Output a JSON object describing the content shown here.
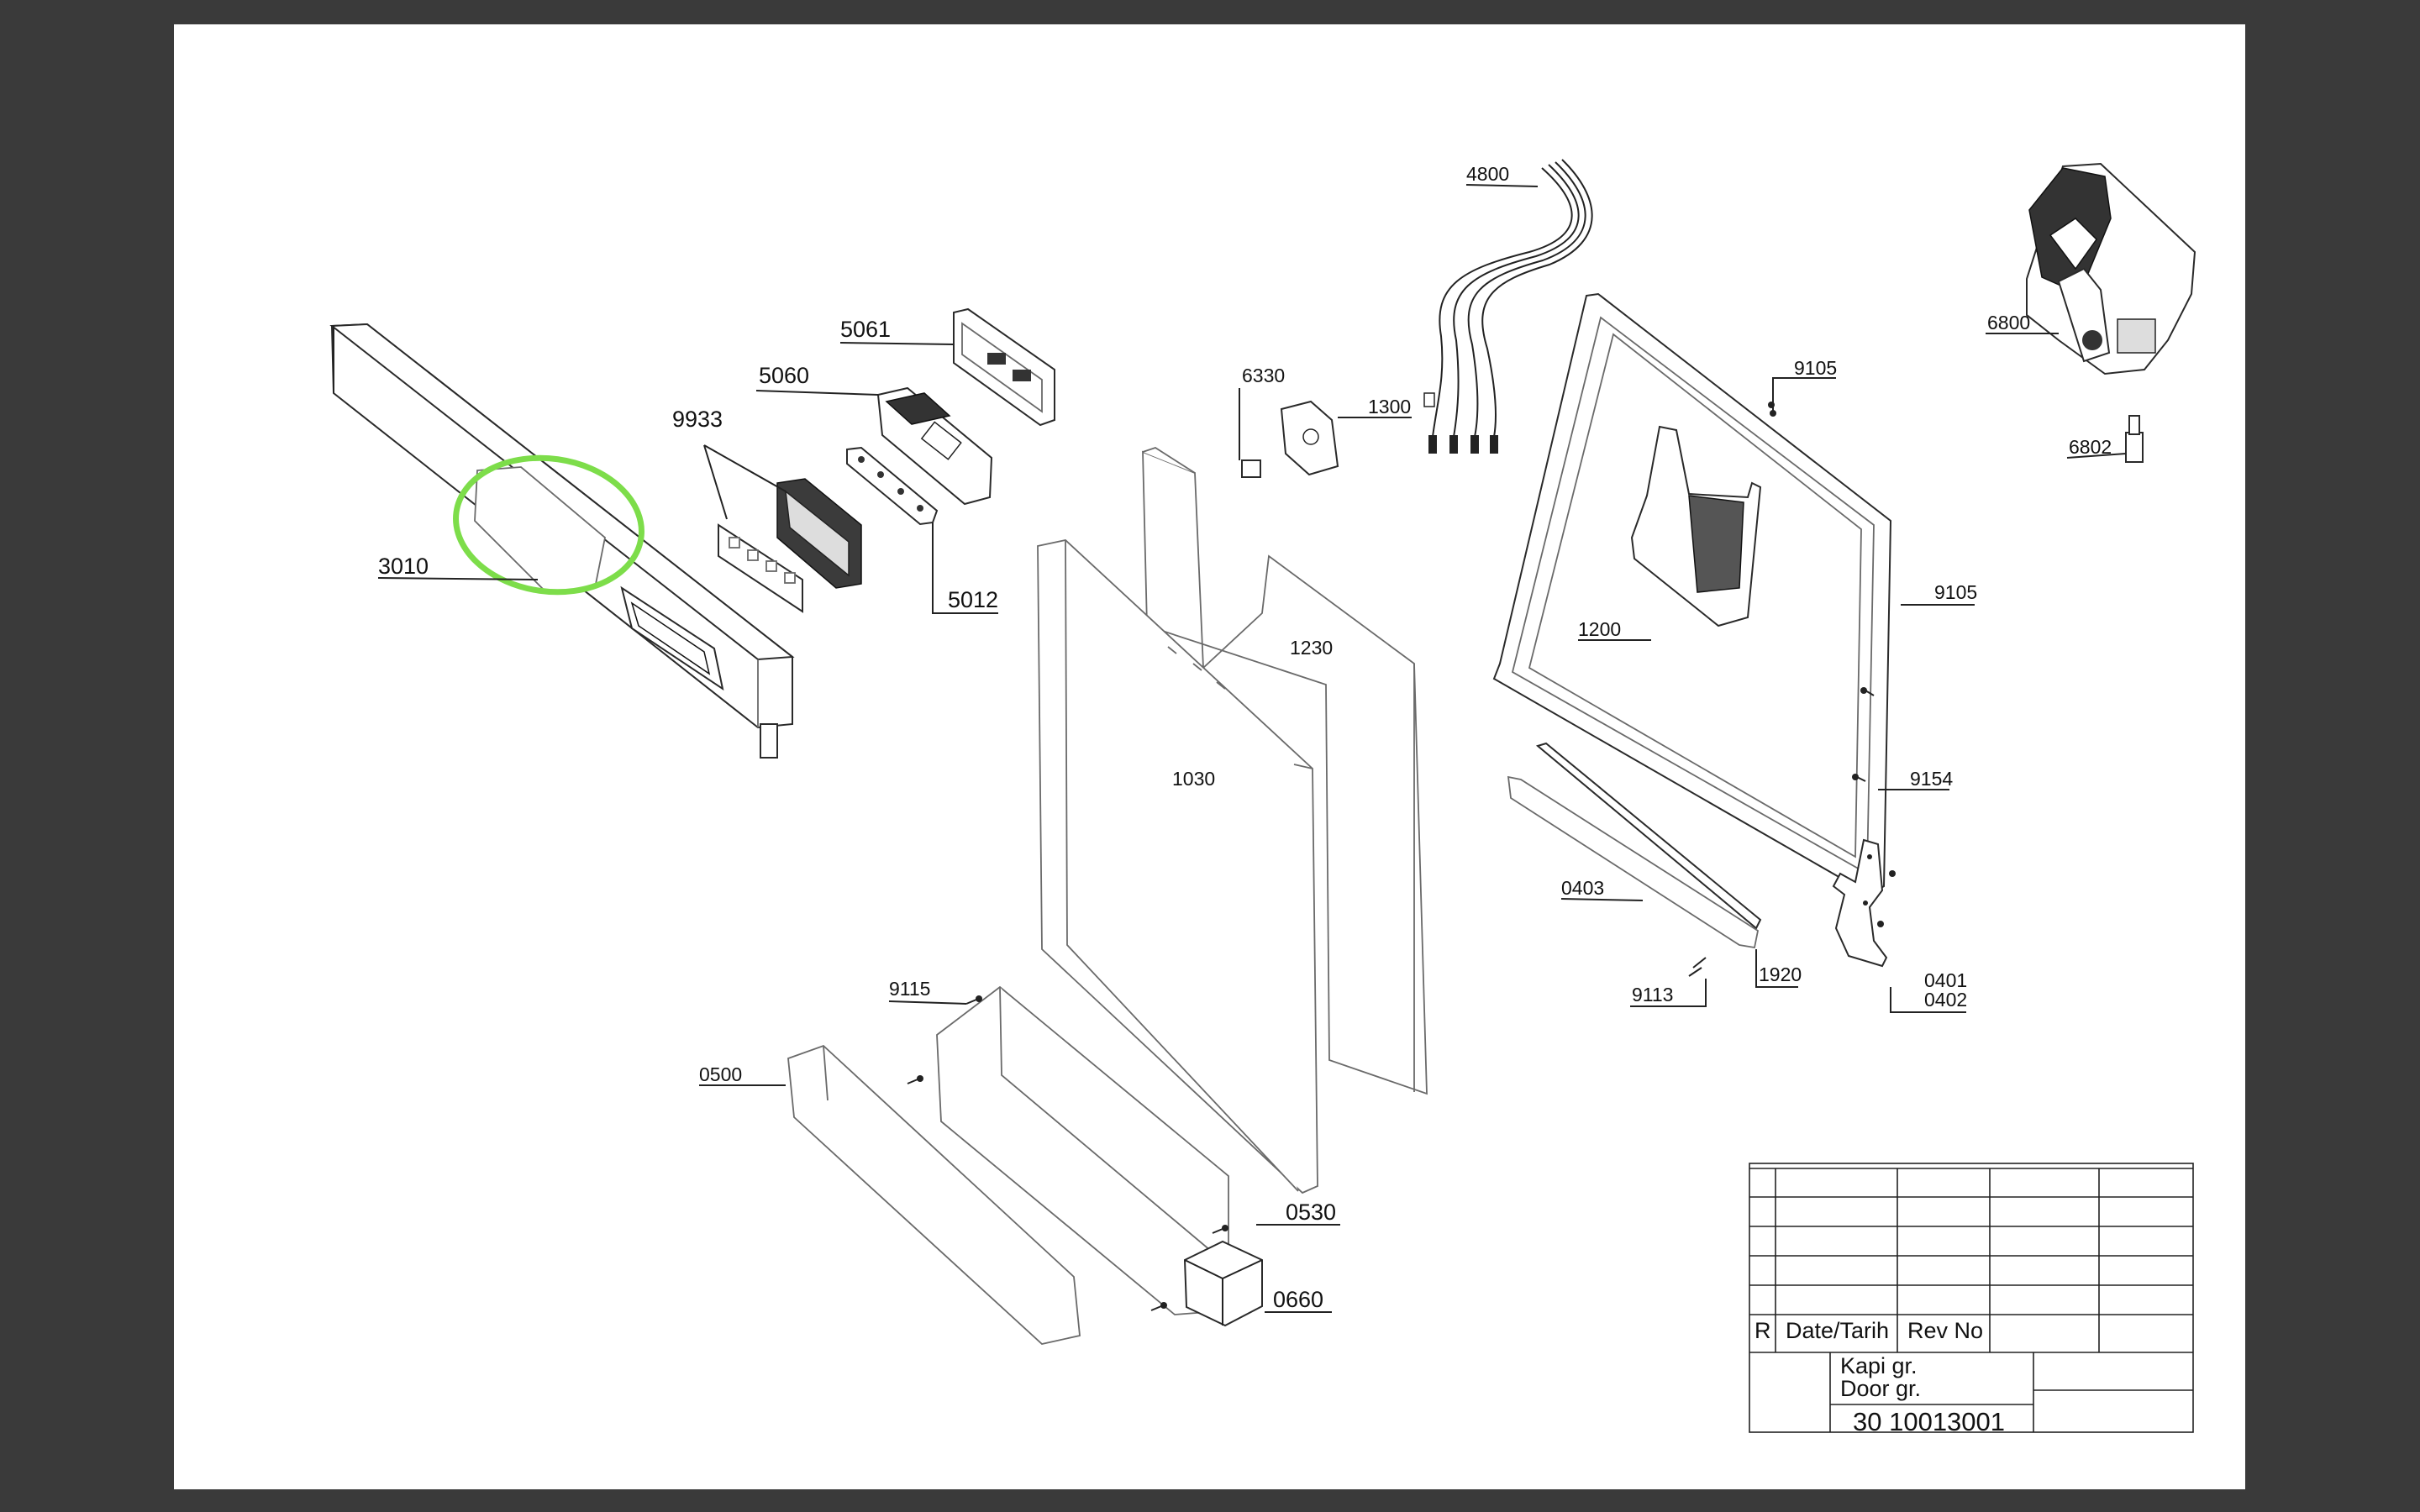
{
  "labels": {
    "p4800": "4800",
    "p6800": "6800",
    "p6802": "6802",
    "p5061": "5061",
    "p5060": "5060",
    "p9933": "9933",
    "p6330": "6330",
    "p1300": "1300",
    "p9105a": "9105",
    "p9105b": "9105",
    "p3010": "3010",
    "p5012": "5012",
    "p1230": "1230",
    "p1200": "1200",
    "p1030": "1030",
    "p9154": "9154",
    "p0403": "0403",
    "p1920": "1920",
    "p9113": "9113",
    "p0401": "0401",
    "p0402": "0402",
    "p9115": "9115",
    "p0500": "0500",
    "p0530": "0530",
    "p0660": "0660"
  },
  "title_block": {
    "r": "R",
    "date_label": "Date/Tarih",
    "rev_label": "Rev No",
    "title_tr": "Kapi gr.",
    "title_en": "Door gr.",
    "drawing_no": "30 10013001"
  },
  "colors": {
    "highlight": "#7ddd4a",
    "frame": "#3a3a3a"
  }
}
